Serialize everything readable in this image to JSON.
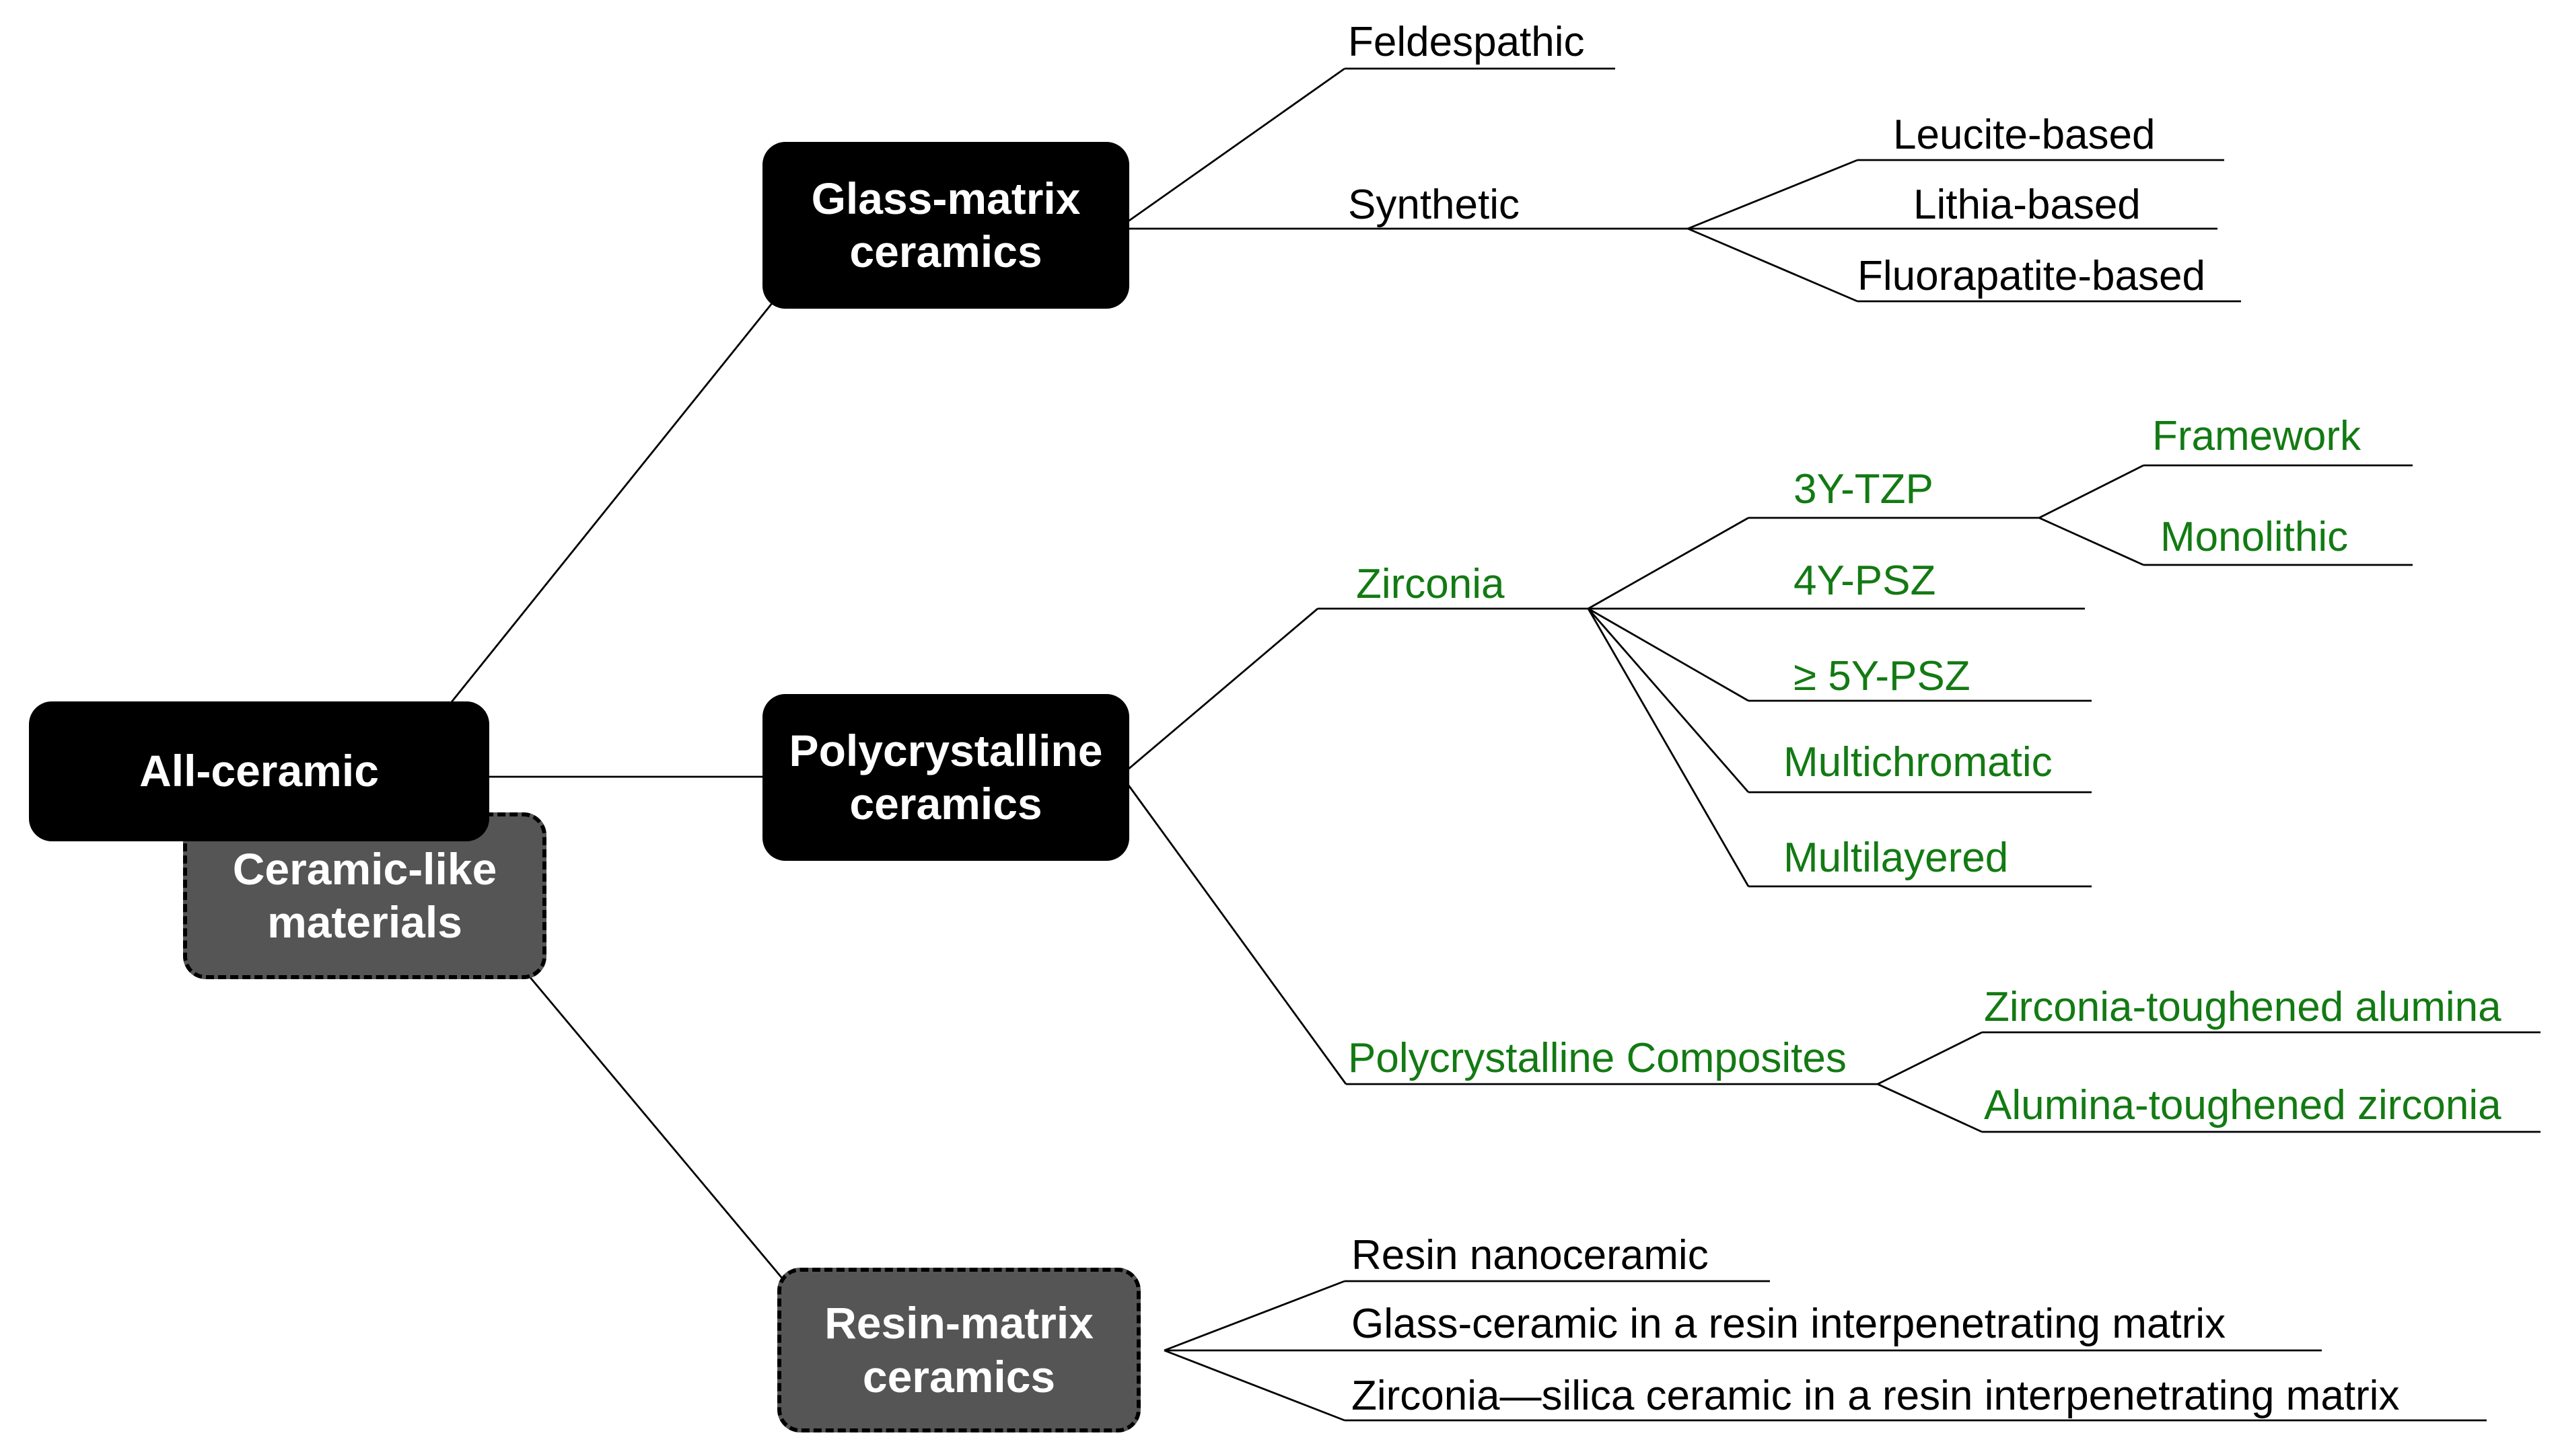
{
  "colors": {
    "box_black": "#000000",
    "box_gray": "#555555",
    "text_green": "#137a13",
    "text_black": "#000000",
    "edge": "#000000"
  },
  "nodes": {
    "all_ceramic": "All-ceramic",
    "ceramic_like": "Ceramic-like\nmaterials",
    "glass_matrix": "Glass-matrix\nceramics",
    "polycrystalline": "Polycrystalline\nceramics",
    "resin_matrix": "Resin-matrix\nceramics"
  },
  "glass_matrix": {
    "feldespathic": "Feldespathic",
    "synthetic": "Synthetic",
    "synthetic_types": [
      "Leucite-based",
      "Lithia-based",
      "Fluorapatite-based"
    ]
  },
  "polycrystalline": {
    "zirconia": "Zirconia",
    "zirconia_types": [
      "3Y-TZP",
      "4Y-PSZ",
      "≥ 5Y-PSZ",
      "Multichromatic",
      "Multilayered"
    ],
    "tzp_types": [
      "Framework",
      "Monolithic"
    ],
    "composites": "Polycrystalline Composites",
    "composite_types": [
      "Zirconia-toughened alumina",
      "Alumina-toughened zirconia"
    ]
  },
  "resin_matrix": {
    "types": [
      "Resin nanoceramic",
      "Glass-ceramic in a resin interpenetrating matrix",
      "Zirconia—silica ceramic in a resin interpenetrating matrix"
    ]
  }
}
